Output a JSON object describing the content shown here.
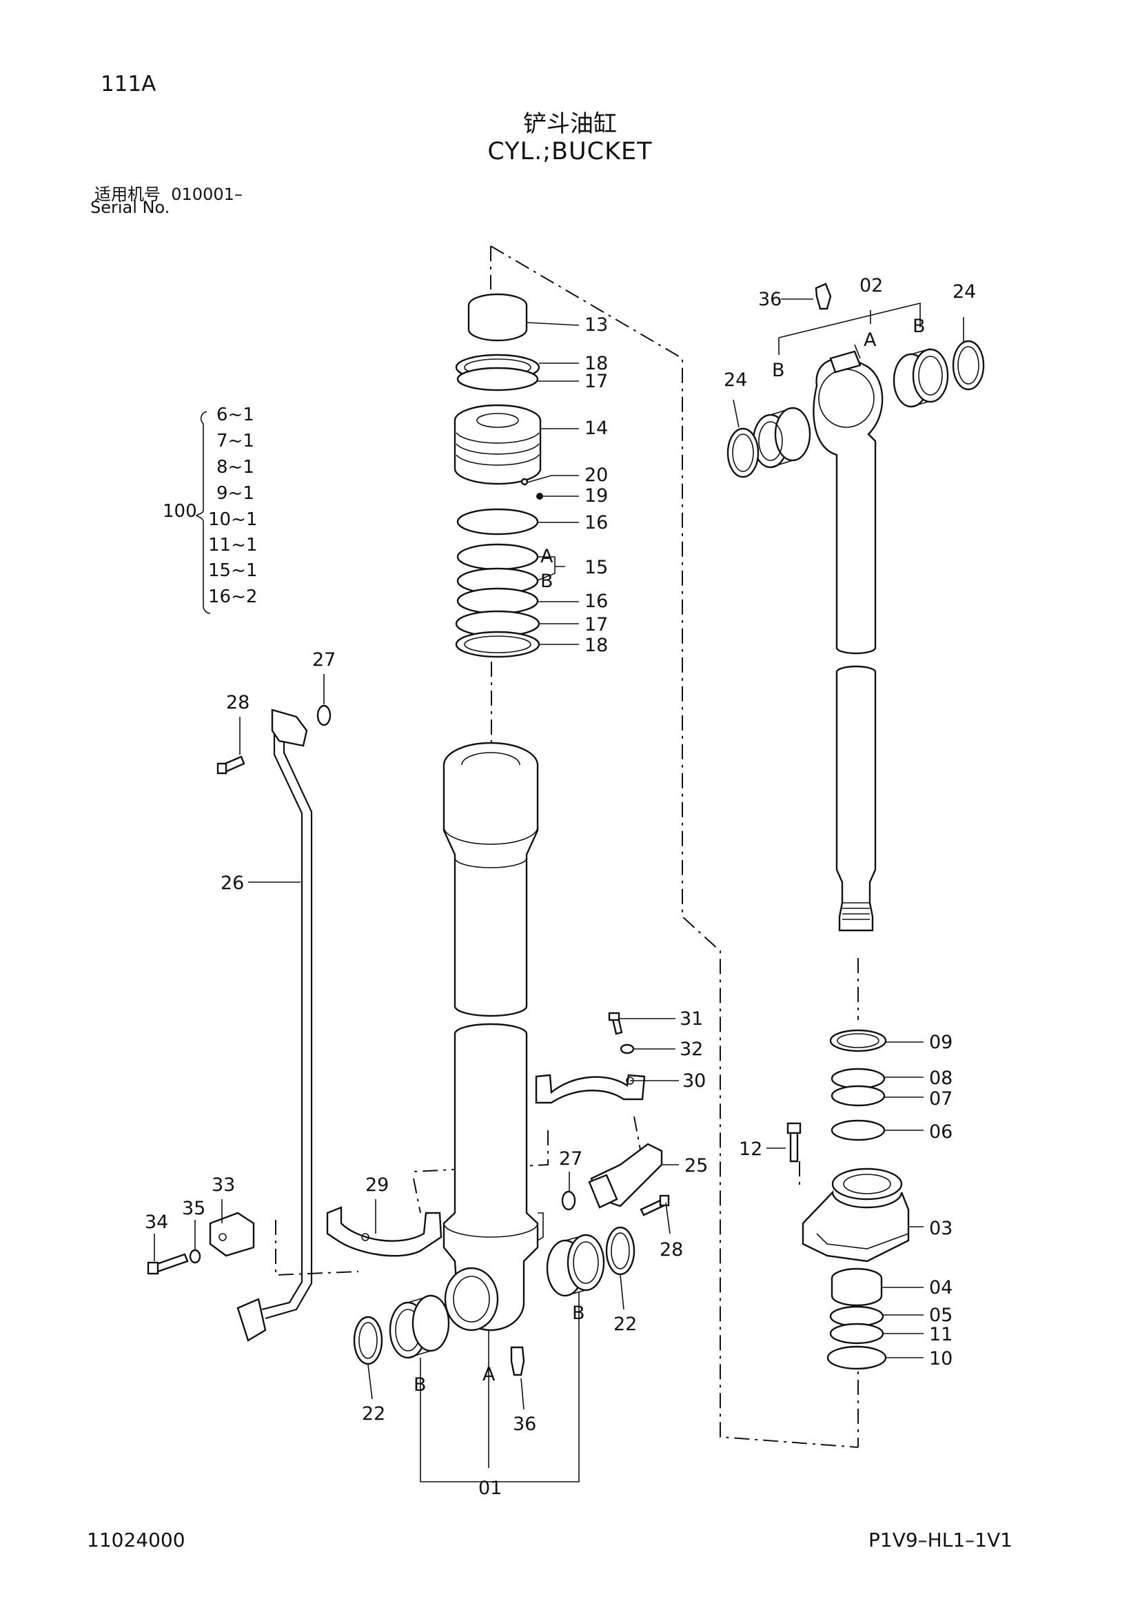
{
  "header": {
    "page_id": "111A",
    "title_cn": "铲斗油缸",
    "title_en": "CYL.;BUCKET",
    "serial_label_cn": "适用机号",
    "serial_value": "010001–",
    "serial_label_en": "Serial No."
  },
  "footer": {
    "left_code": "11024000",
    "right_code": "P1V9–HL1–1V1"
  },
  "assembly_bracket": {
    "label": "100",
    "items": [
      "6~1",
      "7~1",
      "8~1",
      "9~1",
      "10~1",
      "11~1",
      "15~1",
      "16~2"
    ]
  },
  "callouts": {
    "c13": "13",
    "c18a": "18",
    "c17a": "17",
    "c14": "14",
    "c20": "20",
    "c19": "19",
    "c16a": "16",
    "c15": "15",
    "c15A": "A",
    "c15B": "B",
    "c16b": "16",
    "c17b": "17",
    "c18b": "18",
    "c27a": "27",
    "c28a": "28",
    "c26": "26",
    "c36a": "36",
    "c02": "02",
    "c02A": "A",
    "c02B1": "B",
    "c02B2": "B",
    "c24a": "24",
    "c24b": "24",
    "c31": "31",
    "c32": "32",
    "c30": "30",
    "c27b": "27",
    "c25": "25",
    "c28b": "28",
    "c29": "29",
    "c33": "33",
    "c34": "34",
    "c35": "35",
    "c22a": "22",
    "c22b": "22",
    "c01B1": "B",
    "c01B2": "B",
    "c01A": "A",
    "c36b": "36",
    "c01": "01",
    "c09": "09",
    "c08": "08",
    "c07": "07",
    "c06": "06",
    "c12": "12",
    "c03": "03",
    "c04": "04",
    "c05": "05",
    "c11": "11",
    "c10": "10"
  }
}
